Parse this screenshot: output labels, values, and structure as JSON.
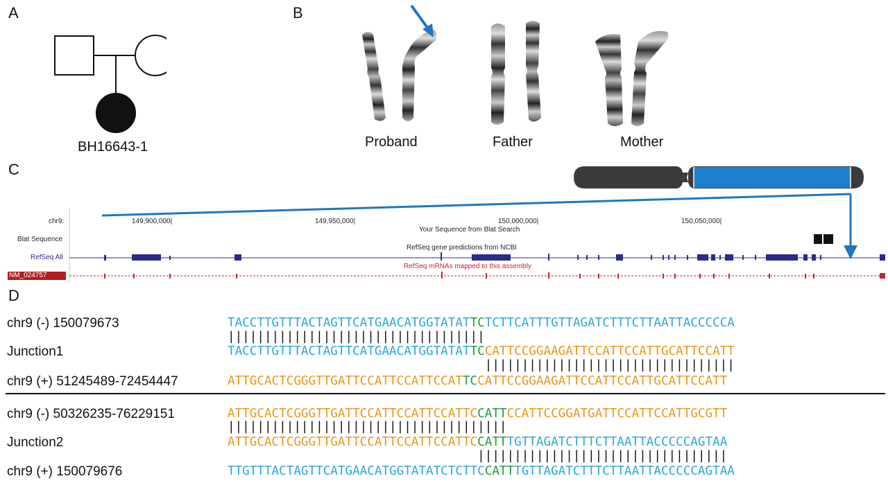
{
  "panels": {
    "a": "A",
    "b": "B",
    "c": "C",
    "d": "D"
  },
  "pedigree": {
    "proband_id": "BH16643-1"
  },
  "karyotype": {
    "labels": [
      "Proband",
      "Father",
      "Mother"
    ]
  },
  "browser": {
    "chrom_label": "chr9:",
    "coords": [
      "149,900,000|",
      "149,950,000|",
      "150,000,000|",
      "150,050,000|"
    ],
    "blat_title": "Your Sequence from Blat Search",
    "blat_track": "Blat Sequence",
    "refseq_title": "RefSeq gene predictions from NCBI",
    "refseq_track": "RefSeq All",
    "mrna_title": "RefSeq mRNAs mapped to this assembly",
    "mrna_track": "NM_024757"
  },
  "alignment": {
    "rows": [
      {
        "label": "chr9 (-) 150079673",
        "segments": [
          [
            "blue",
            "TACCTTGTTTACTAGTTCATGAACATGGTATAT"
          ],
          [
            "green",
            "TC"
          ],
          [
            "blue",
            "TCTTCATTTGTTAGATCTTTCTTAATTACCCCCA"
          ]
        ]
      },
      {
        "label": "Junction1",
        "segments": [
          [
            "blue",
            "TACCTTGTTTACTAGTTCATGAACATGGTATAT"
          ],
          [
            "green",
            "TC"
          ],
          [
            "orange",
            "CATTCCGGAAGATTCCATTCCATTGCATTCCATT"
          ]
        ]
      },
      {
        "label": "chr9 (+) 51245489-72454447",
        "segments": [
          [
            "orange",
            "ATTGCACTCGGGTTGATTCCATTCCATTCCAT"
          ],
          [
            "green",
            "TC"
          ],
          [
            "orange",
            "CATTCCGGAAGATTCCATTCCATTGCATTCCATT"
          ]
        ]
      },
      {
        "label": "chr9 (-) 50326235-76229151",
        "segments": [
          [
            "orange",
            "ATTGCACTCGGGTTGATTCCATTCCATTCCATTC"
          ],
          [
            "green",
            "CATT"
          ],
          [
            "orange",
            "CCATTCCGGATGATTCCATTCCATTGCGTT"
          ]
        ]
      },
      {
        "label": "Junction2",
        "segments": [
          [
            "orange",
            "ATTGCACTCGGGTTGATTCCATTCCATTCCATTC"
          ],
          [
            "green",
            "CATT"
          ],
          [
            "blue",
            "TGTTAGATCTTTCTTAATTACCCCCAGTAA"
          ]
        ]
      },
      {
        "label": "chr9 (+) 150079676",
        "segments": [
          [
            "blue",
            "TTGTTTACTAGTTCATGAACATGGTATATCTCTTC"
          ],
          [
            "green",
            "CATT"
          ],
          [
            "blue",
            "TGTTAGATCTTTCTTAATTACCCCCAGTAA"
          ]
        ]
      }
    ]
  },
  "colors": {
    "blue": "#2aa7d8",
    "orange": "#e8961c",
    "green": "#1e9a3a",
    "arrow": "#1f77c0",
    "ideogram_dark": "#3a3a3a",
    "ideogram_blue": "#1f7fcf"
  }
}
